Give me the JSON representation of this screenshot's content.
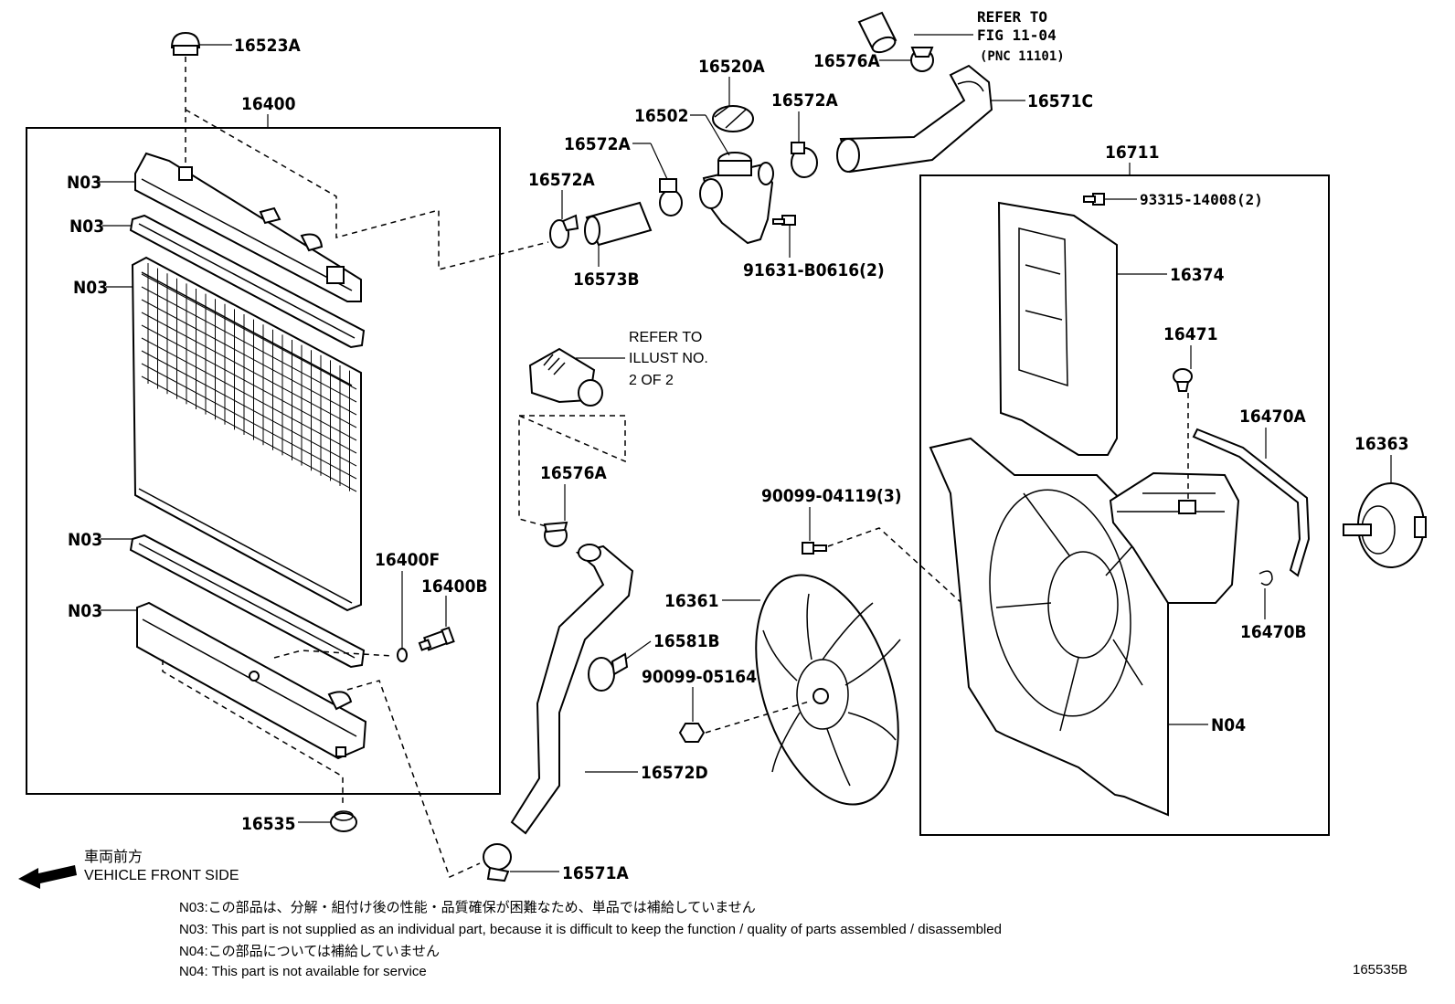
{
  "callouts": {
    "p16523A": "16523A",
    "p16400": "16400",
    "n03_1": "N03",
    "n03_2": "N03",
    "n03_3": "N03",
    "n03_4": "N03",
    "n03_5": "N03",
    "p16400F": "16400F",
    "p16400B": "16400B",
    "p16535": "16535",
    "p16520A": "16520A",
    "p16502": "16502",
    "p16572A_1": "16572A",
    "p16572A_2": "16572A",
    "p16572A_3": "16572A",
    "p16573B": "16573B",
    "p91631": "91631-B0616(2)",
    "p16576A_1": "16576A",
    "p16576A_2": "16576A",
    "p16571C": "16571C",
    "p16711": "16711",
    "p93315": "93315-14008(2)",
    "p16374": "16374",
    "p16471": "16471",
    "p16470A": "16470A",
    "p16470B": "16470B",
    "p16363": "16363",
    "p90099_04119": "90099-04119(3)",
    "p16361": "16361",
    "p16581B": "16581B",
    "p90099_05164": "90099-05164",
    "p16572D": "16572D",
    "p16571A": "16571A",
    "n04": "N04"
  },
  "refer_fig": {
    "line1": "REFER TO",
    "line2": "FIG 11-04",
    "line3": "(PNC 11101)"
  },
  "refer_illust": {
    "line1": "REFER TO",
    "line2": "ILLUST NO.",
    "line3": "2 OF 2"
  },
  "direction": {
    "jp": "車両前方",
    "en": "VEHICLE FRONT SIDE"
  },
  "notes": [
    "N03:この部品は、分解・組付け後の性能・品質確保が困難なため、単品では補給していません",
    "N03: This part is not supplied as an individual part, because it is difficult to keep the function / quality of parts assembled / disassembled",
    "N04:この部品については補給していません",
    "N04: This part is not available for service"
  ],
  "illustration_id": "165535B"
}
